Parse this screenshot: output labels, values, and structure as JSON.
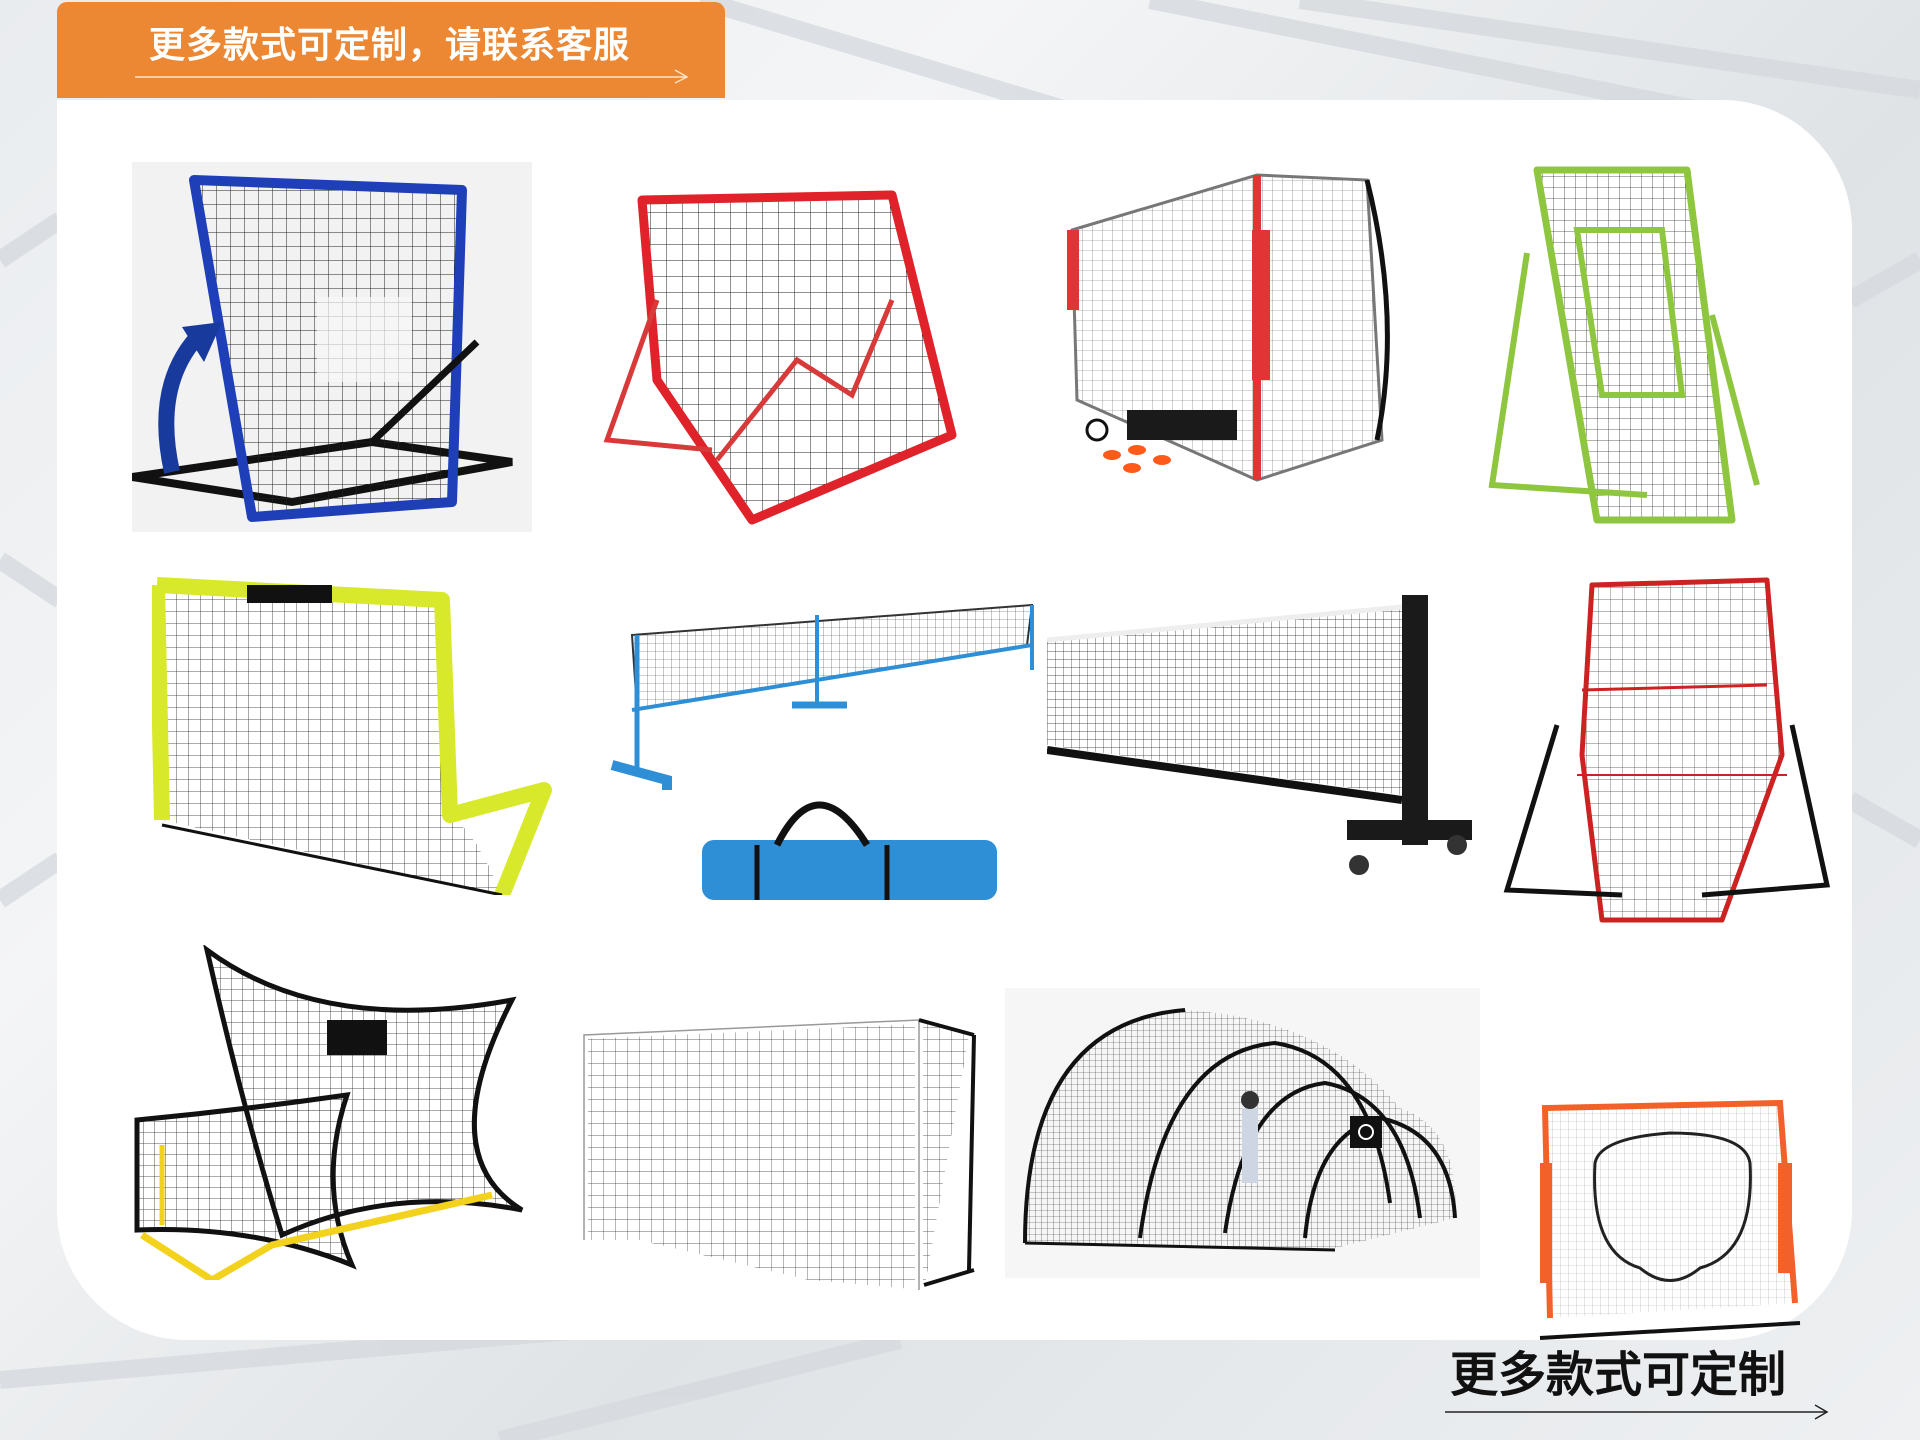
{
  "header": {
    "title": "更多款式可定制，请联系客服",
    "accent_color": "#ec8733"
  },
  "products": [
    {
      "name": "rebounder-blue",
      "icon": "tilting-rebounder-net",
      "color": "#1f3fb8"
    },
    {
      "name": "rebounder-red",
      "icon": "a-frame-rebounder-net",
      "color": "#e0222a"
    },
    {
      "name": "soccer-goal-red",
      "icon": "soccer-goal-with-accessories",
      "color": "#e23434"
    },
    {
      "name": "pitchback-green",
      "icon": "pitch-back-net",
      "color": "#8ec63f"
    },
    {
      "name": "popup-goal-yellow",
      "icon": "pop-up-goal",
      "color": "#d8e82a"
    },
    {
      "name": "pickleball-net",
      "icon": "portable-pickleball-net-with-bag",
      "color": "#2f8fd6"
    },
    {
      "name": "tennis-net-cart",
      "icon": "tennis-net-on-wheeled-stand",
      "color": "#222222"
    },
    {
      "name": "rebounder-red-tall",
      "icon": "tall-rebounder-net",
      "color": "#cc2222"
    },
    {
      "name": "soccer-trainer-rebounder",
      "icon": "double-sided-soccer-rebounder",
      "color": "#f2d21c"
    },
    {
      "name": "soccer-goal-white",
      "icon": "full-size-soccer-goal",
      "color": "#ffffff"
    },
    {
      "name": "batting-cage",
      "icon": "batting-tunnel-cage",
      "color": "#1a1a1a"
    },
    {
      "name": "baseball-net-orange",
      "icon": "baseball-practice-net",
      "color": "#f2612a"
    }
  ],
  "footer": {
    "title": "更多款式可定制"
  }
}
